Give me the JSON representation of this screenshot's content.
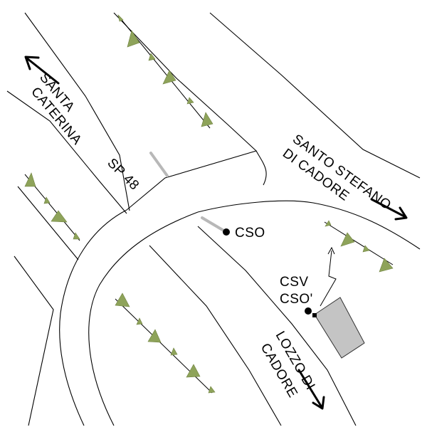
{
  "map": {
    "labels": {
      "santa_caterina_line1": "SANTA",
      "santa_caterina_line2": "CATERINA",
      "road_code": "SP 48",
      "santo_stefano_line1": "SANTO STEFANO",
      "santo_stefano_line2": "DI CADORE",
      "lozzo_line1": "LOZZO DI",
      "lozzo_line2": "CADORE"
    },
    "stations": [
      {
        "id": "cso",
        "label": "CSO"
      },
      {
        "id": "csv",
        "label": "CSV"
      },
      {
        "id": "cso_prime",
        "label": "CSO'"
      }
    ],
    "colors": {
      "slope_triangle": "#8ea35a",
      "building": "#c4c4c4",
      "leader": "#b8b8b8",
      "background": "#ffffff"
    },
    "icons": {
      "direction_arrow": "arrow-icon",
      "signal": "lightning-icon",
      "station_marker": "dot-icon"
    }
  }
}
